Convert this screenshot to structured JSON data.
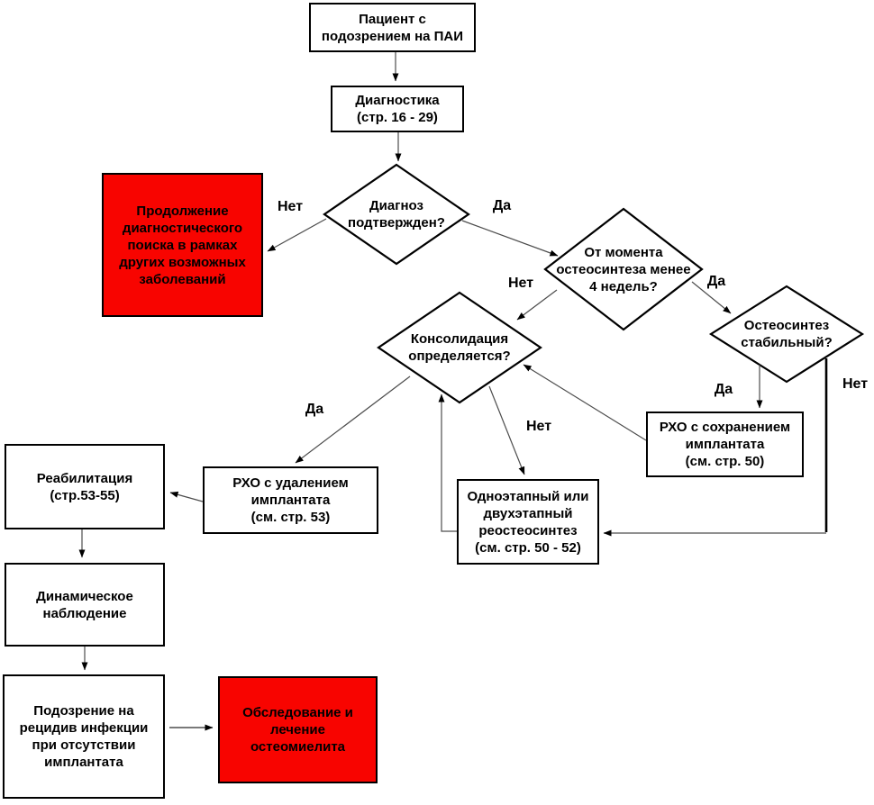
{
  "diagram": {
    "nodes": {
      "patient": {
        "text": "Пациент с\nподозрением на ПАИ"
      },
      "diagnostics": {
        "text": "Диагностика\n(стр.  16 - 29)"
      },
      "diag_search": {
        "text": "Продолжение\nдиагностического\nпоиска в рамках\nдругих возможных\nзаболеваний"
      },
      "diagnosis_confirmed": {
        "text": "Диагноз\nподтвержден?"
      },
      "four_weeks": {
        "text": "От момента\nостеосинтеза менее\n4 недель?"
      },
      "consolidation": {
        "text": "Консолидация\nопределяется?"
      },
      "osteo_stable": {
        "text": "Остеосинтез\nстабильный?"
      },
      "rho_preserve": {
        "text": "РХО с сохранением\nимплантата\n(см. стр.  50)"
      },
      "reosteosynthesis": {
        "text": "Одноэтапный или\nдвухэтапный\nреостеосинтез\n(см. стр. 50  - 52)"
      },
      "rho_remove": {
        "text": "РХО с удалением\nимплантата\n(см. стр. 53)"
      },
      "rehab": {
        "text": "Реабилитация\n(стр.53-55)"
      },
      "observation": {
        "text": "Динамическое\nнаблюдение"
      },
      "relapse_suspicion": {
        "text": "Подозрение на\nрецидив инфекции\nпри отсутствии\nимплантата"
      },
      "osteomyelitis": {
        "text": "Обследование и\nлечение\nостеомиелита"
      }
    },
    "edge_labels": {
      "confirmed_no": "Нет",
      "confirmed_yes": "Да",
      "four_weeks_no": "Нет",
      "four_weeks_yes": "Да",
      "stable_yes": "Да",
      "stable_no": "Нет",
      "consolidation_yes": "Да",
      "consolidation_no": "Нет"
    },
    "colors": {
      "alert_fill": "#f80400",
      "node_fill": "#ffffff",
      "border": "#000000",
      "connector": "#4d4d4d",
      "text": "#000000"
    }
  }
}
